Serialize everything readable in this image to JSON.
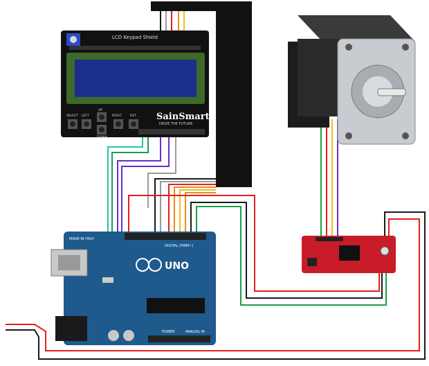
{
  "lcd_shield": {
    "title": "LCD Keypad Shield",
    "brand": "SainSmart",
    "slogan": "DRIVE THE FUTURE",
    "buttons": [
      "SELECT",
      "LEFT",
      "UP",
      "DOWN",
      "RIGHT",
      "RST"
    ]
  },
  "arduino": {
    "made_in": "MADE IN ITALY",
    "model": "UNO",
    "digital_header": "DIGITAL (PWM~)",
    "analog_header": "ANALOG IN",
    "power_header": "POWER"
  },
  "colors": {
    "red": "#e0201c",
    "black": "#1a1a1a",
    "green": "#18a048",
    "purple": "#6a2cc8",
    "orange": "#f08a1c",
    "yellow": "#e8c21c",
    "teal": "#22c6b0",
    "gray": "#9a9a9a",
    "arduino_blue": "#1e5a8c",
    "driver_red": "#c81c28",
    "lcd_green": "#3d6a2a",
    "lcd_screen": "#1c2e8c"
  }
}
